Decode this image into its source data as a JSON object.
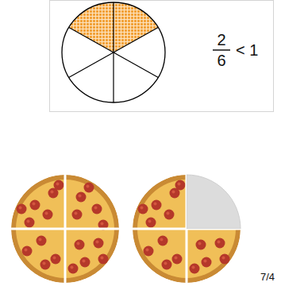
{
  "diagram": {
    "labels": [
      "2",
      "6",
      "< 1",
      "7/4"
    ]
  }
}
